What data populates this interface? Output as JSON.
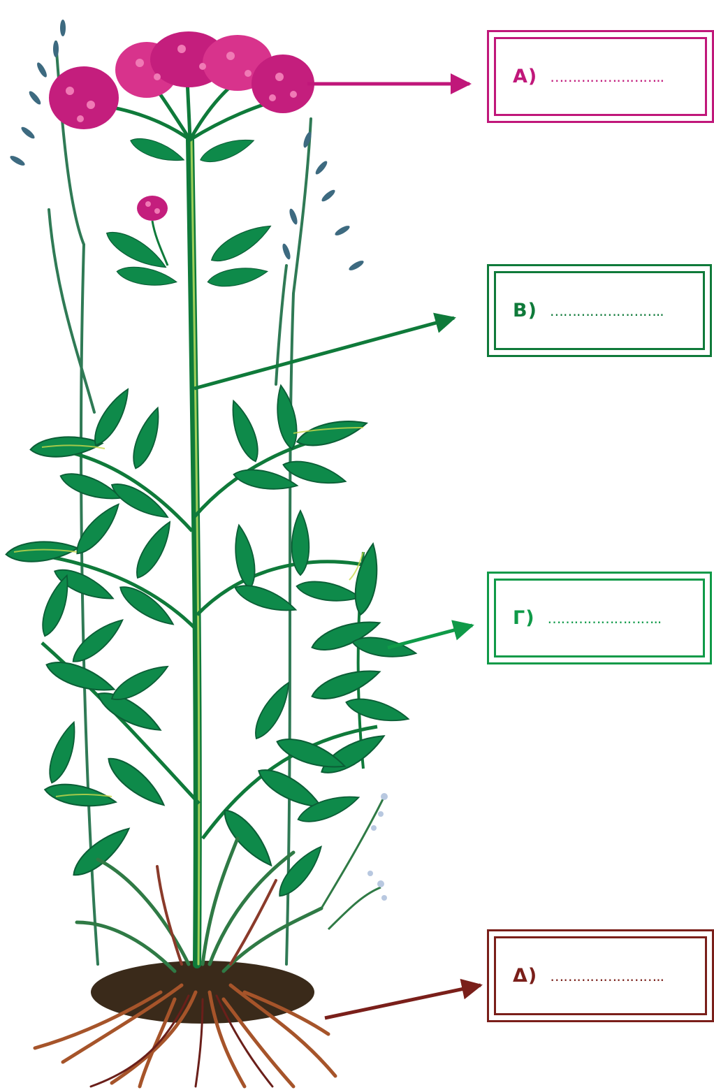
{
  "diagram": {
    "colors": {
      "flower": "#c41e7d",
      "flower_light": "#e0489a",
      "stem": "#0f7a3a",
      "leaf": "#0e8a4a",
      "leaf_dark": "#0b5e36",
      "leaf_highlight": "#c9d84a",
      "root": "#7a1f1a",
      "root_light": "#b8642a",
      "soil": "#3a2a1a"
    },
    "labels": [
      {
        "id": "A",
        "text": "A)",
        "blank": "……………………..",
        "color": "#c0177a",
        "points_to": "flower"
      },
      {
        "id": "B",
        "text": "B)",
        "blank": "……………………..",
        "color": "#0f7a3a",
        "points_to": "stem"
      },
      {
        "id": "G",
        "text": "Γ)",
        "blank": "……………………..",
        "color": "#0f9a48",
        "points_to": "leaf"
      },
      {
        "id": "D",
        "text": "Δ)",
        "blank": "……………………..",
        "color": "#7a1f1a",
        "points_to": "root"
      }
    ]
  }
}
